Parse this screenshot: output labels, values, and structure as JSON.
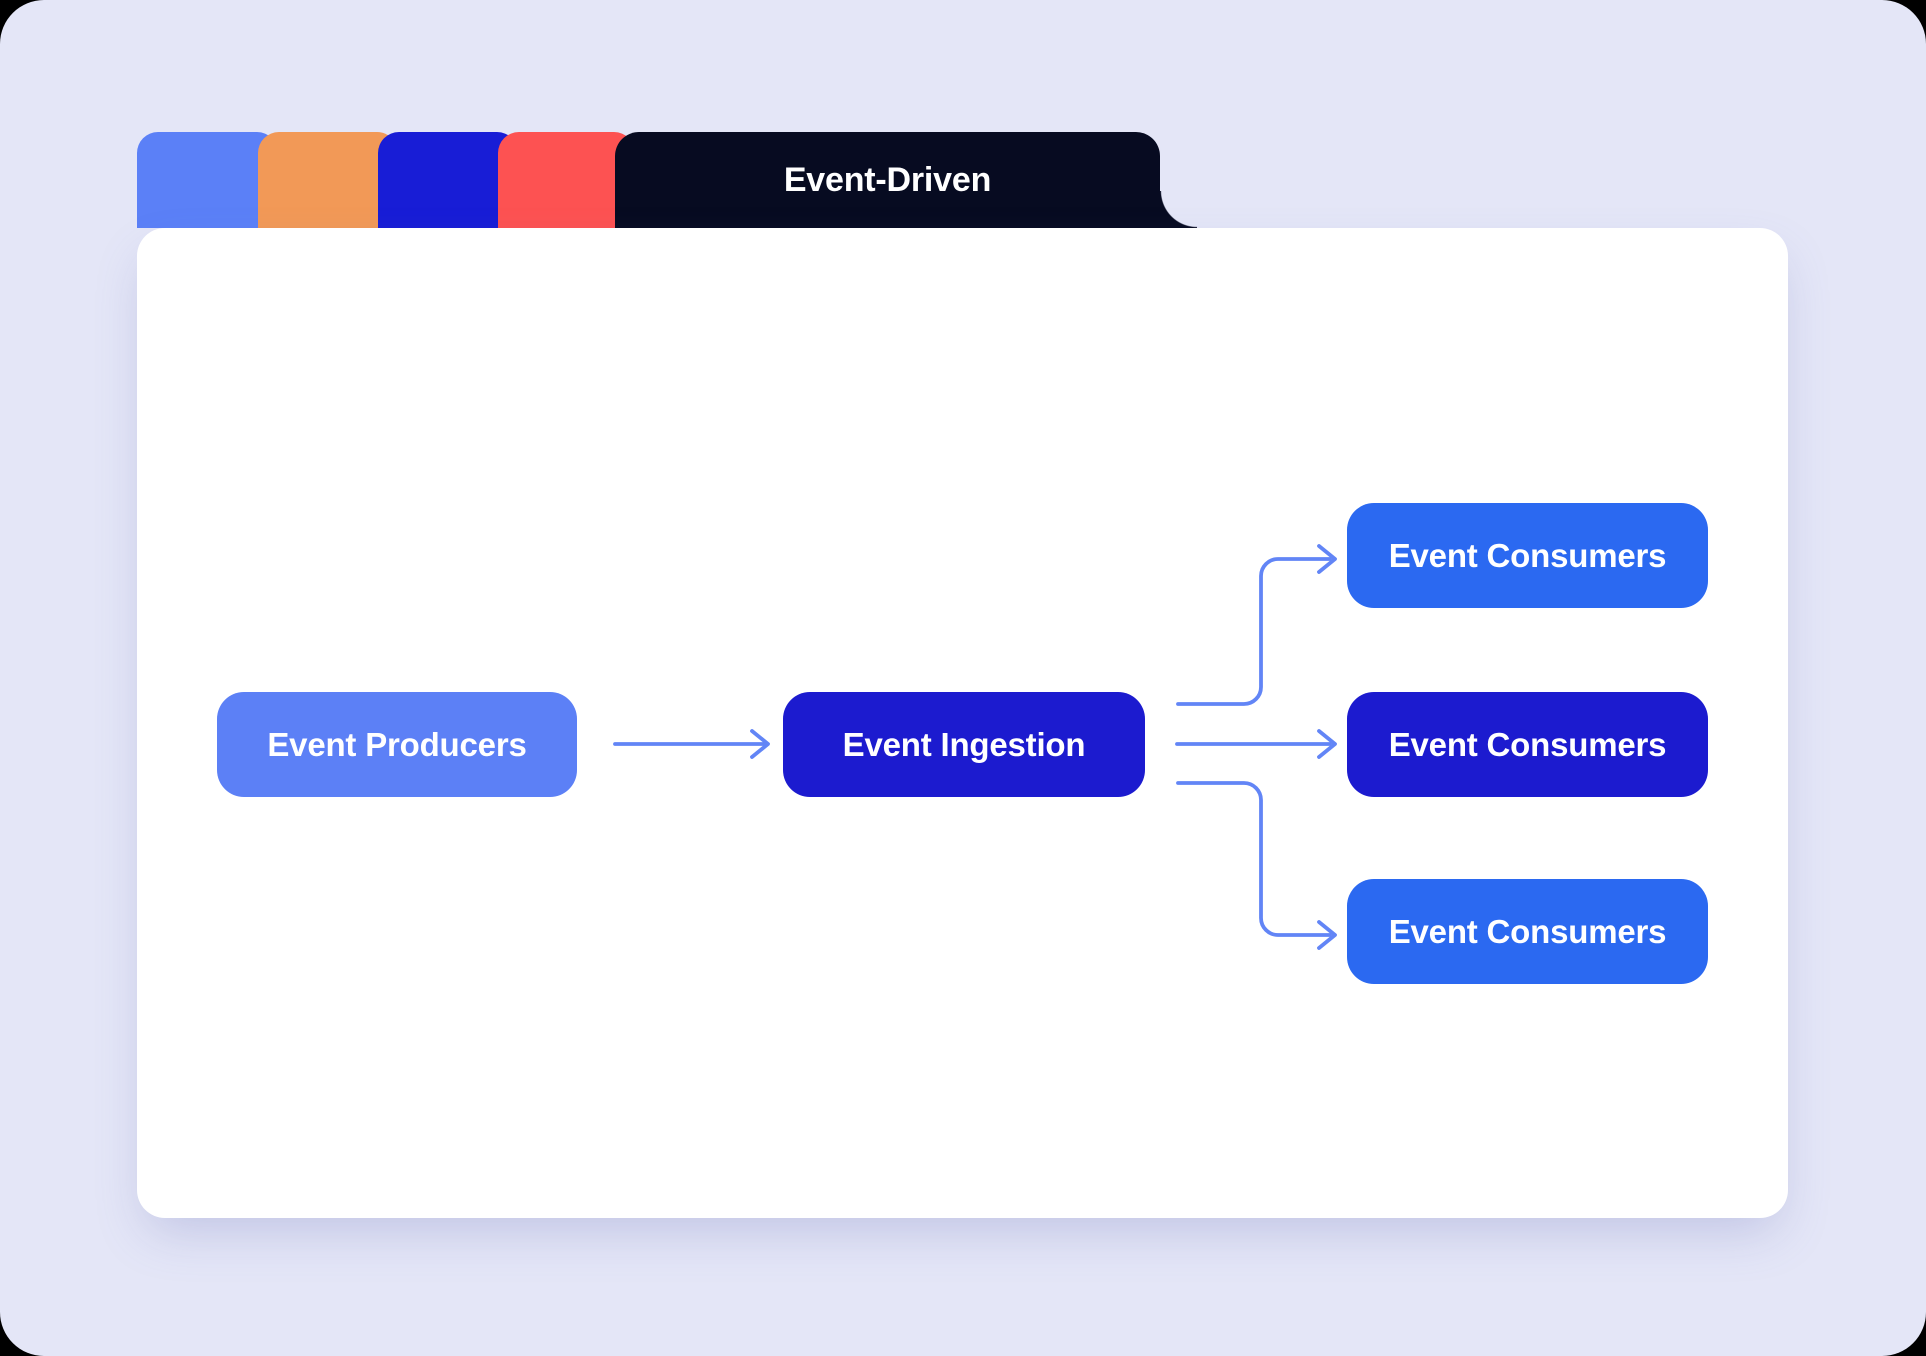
{
  "window": {
    "background": "#E4E6F7",
    "outer_background": "#000000",
    "card_background": "#FFFFFF"
  },
  "tab_bar": {
    "tabs": [
      {
        "id": "tab-1",
        "color": "#5B80F7",
        "label": ""
      },
      {
        "id": "tab-2",
        "color": "#F29957",
        "label": ""
      },
      {
        "id": "tab-3",
        "color": "#181DD6",
        "label": ""
      },
      {
        "id": "tab-4",
        "color": "#FD5252",
        "label": ""
      },
      {
        "id": "tab-5",
        "color": "#070B21",
        "label": "Event-Driven"
      }
    ]
  },
  "diagram": {
    "text_color": "#FFFFFF",
    "connector_color": "#6285F6",
    "nodes": [
      {
        "id": "event-producers",
        "label": "Event Producers",
        "color": "#5C80F6"
      },
      {
        "id": "event-ingestion",
        "label": "Event Ingestion",
        "color": "#1C1BCF"
      },
      {
        "id": "event-consumers-1",
        "label": "Event Consumers",
        "color": "#2B69F1"
      },
      {
        "id": "event-consumers-2",
        "label": "Event Consumers",
        "color": "#1C1BCF"
      },
      {
        "id": "event-consumers-3",
        "label": "Event Consumers",
        "color": "#2B69F1"
      }
    ],
    "edges": [
      {
        "from": "event-producers",
        "to": "event-ingestion"
      },
      {
        "from": "event-ingestion",
        "to": "event-consumers-1"
      },
      {
        "from": "event-ingestion",
        "to": "event-consumers-2"
      },
      {
        "from": "event-ingestion",
        "to": "event-consumers-3"
      }
    ]
  }
}
